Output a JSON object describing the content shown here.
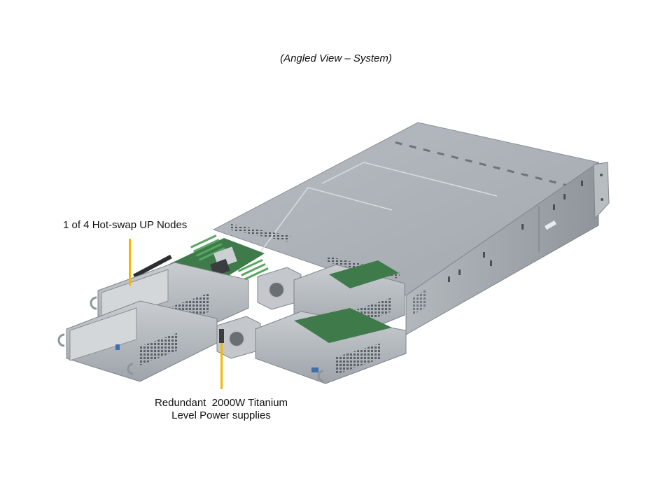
{
  "caption": "(Angled View – System)",
  "callouts": {
    "nodes": {
      "label": "1 of 4 Hot-swap UP Nodes",
      "line_color": "#F5B800"
    },
    "psu": {
      "line1": "Redundant  2000W Titanium",
      "line2": "Level Power supplies",
      "line_color": "#F5B800"
    }
  },
  "image": {
    "subject": "2U 4-node server chassis, angled view",
    "colors": {
      "chassis_top": "#A9AFB5",
      "chassis_side": "#9DA3A9",
      "board_green": "#3F7A4A",
      "dimm_green": "#58A564",
      "callout": "#F5B800"
    }
  }
}
